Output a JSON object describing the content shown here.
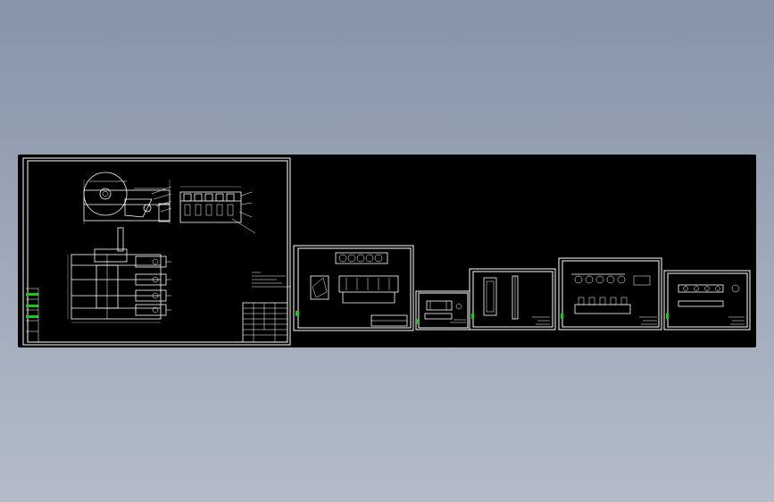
{
  "viewer": {
    "background_top": "#8794a8",
    "background_bottom": "#b3bbc8",
    "canvas_color": "#000000",
    "line_color": "#ffffff",
    "layer_accent": "#19c819"
  },
  "drawing_sheets": [
    {
      "id": "assembly",
      "kind": "assembly-drawing"
    },
    {
      "id": "part-1",
      "kind": "part-drawing"
    },
    {
      "id": "part-2",
      "kind": "part-drawing"
    },
    {
      "id": "part-3",
      "kind": "part-drawing"
    },
    {
      "id": "part-4",
      "kind": "part-drawing"
    },
    {
      "id": "part-5",
      "kind": "part-drawing"
    }
  ]
}
